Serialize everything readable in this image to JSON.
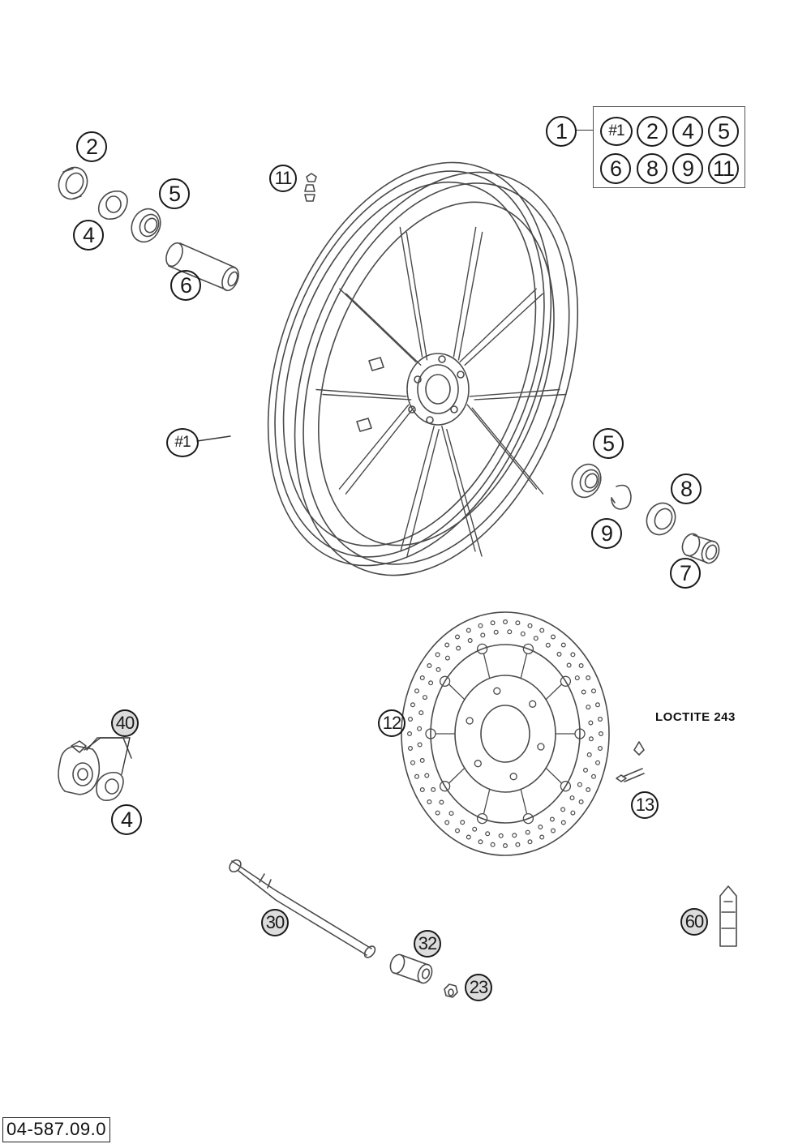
{
  "document": {
    "number": "04-587.09.0"
  },
  "kit": {
    "main_callout": "1",
    "members": [
      "#1",
      "2",
      "4",
      "5",
      "6",
      "8",
      "9",
      "11"
    ]
  },
  "callouts": {
    "wheel": "#1",
    "seal_left": "2",
    "spacer_ring_left": "4",
    "bearing_left": "5",
    "distance_sleeve": "6",
    "valve": "11",
    "bearing_right": "5",
    "circlip": "9",
    "seal_right": "8",
    "spacer_right": "7",
    "brake_disc": "12",
    "disc_screw": "13",
    "speedo_drive": "40",
    "speedo_ring": "4",
    "axle": "30",
    "axle_sleeve": "32",
    "nut": "23",
    "loctite_tube": "60"
  },
  "labels": {
    "loctite": "LOCTITE 243"
  },
  "colors": {
    "line": "#4a4a4a",
    "callout_fill": "#dcdcdc"
  }
}
